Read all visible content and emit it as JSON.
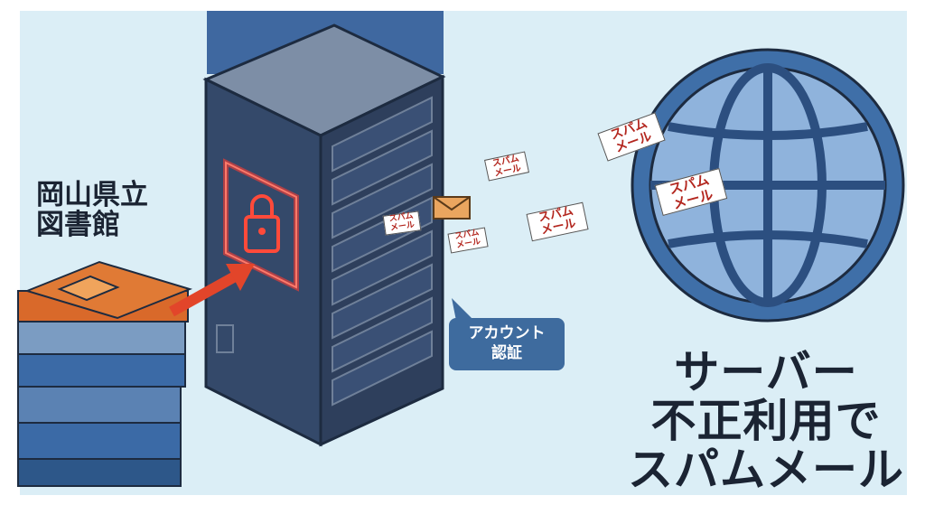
{
  "library_label": [
    "岡山県立",
    "図書館"
  ],
  "callout": [
    "アカウント",
    "認証"
  ],
  "headline": [
    "サーバー",
    "不正利用で",
    "スパムメール"
  ],
  "spam_label": [
    "スパム",
    "メール"
  ],
  "colors": {
    "background": "#dbeef6",
    "server": "#34496a",
    "accent_blue": "#3e6b9e",
    "lock_glow": "#ff3b30",
    "envelope": "#eaa55f",
    "globe": "#3f6fa8"
  }
}
